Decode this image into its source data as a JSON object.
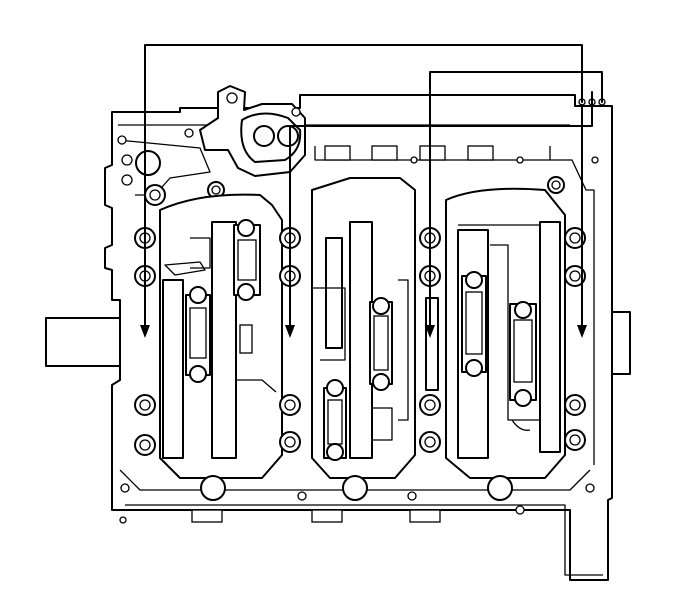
{
  "figure": {
    "subject": "engine-block-lower-crankcase",
    "view": "bottom",
    "style": "line-art",
    "line_color": "#000000",
    "background_color": "#ffffff",
    "labels": [],
    "callouts": [
      {
        "name": "arrow-1",
        "direction": "down"
      },
      {
        "name": "arrow-2",
        "direction": "down"
      },
      {
        "name": "arrow-3",
        "direction": "down"
      },
      {
        "name": "arrow-4",
        "direction": "down"
      }
    ]
  }
}
